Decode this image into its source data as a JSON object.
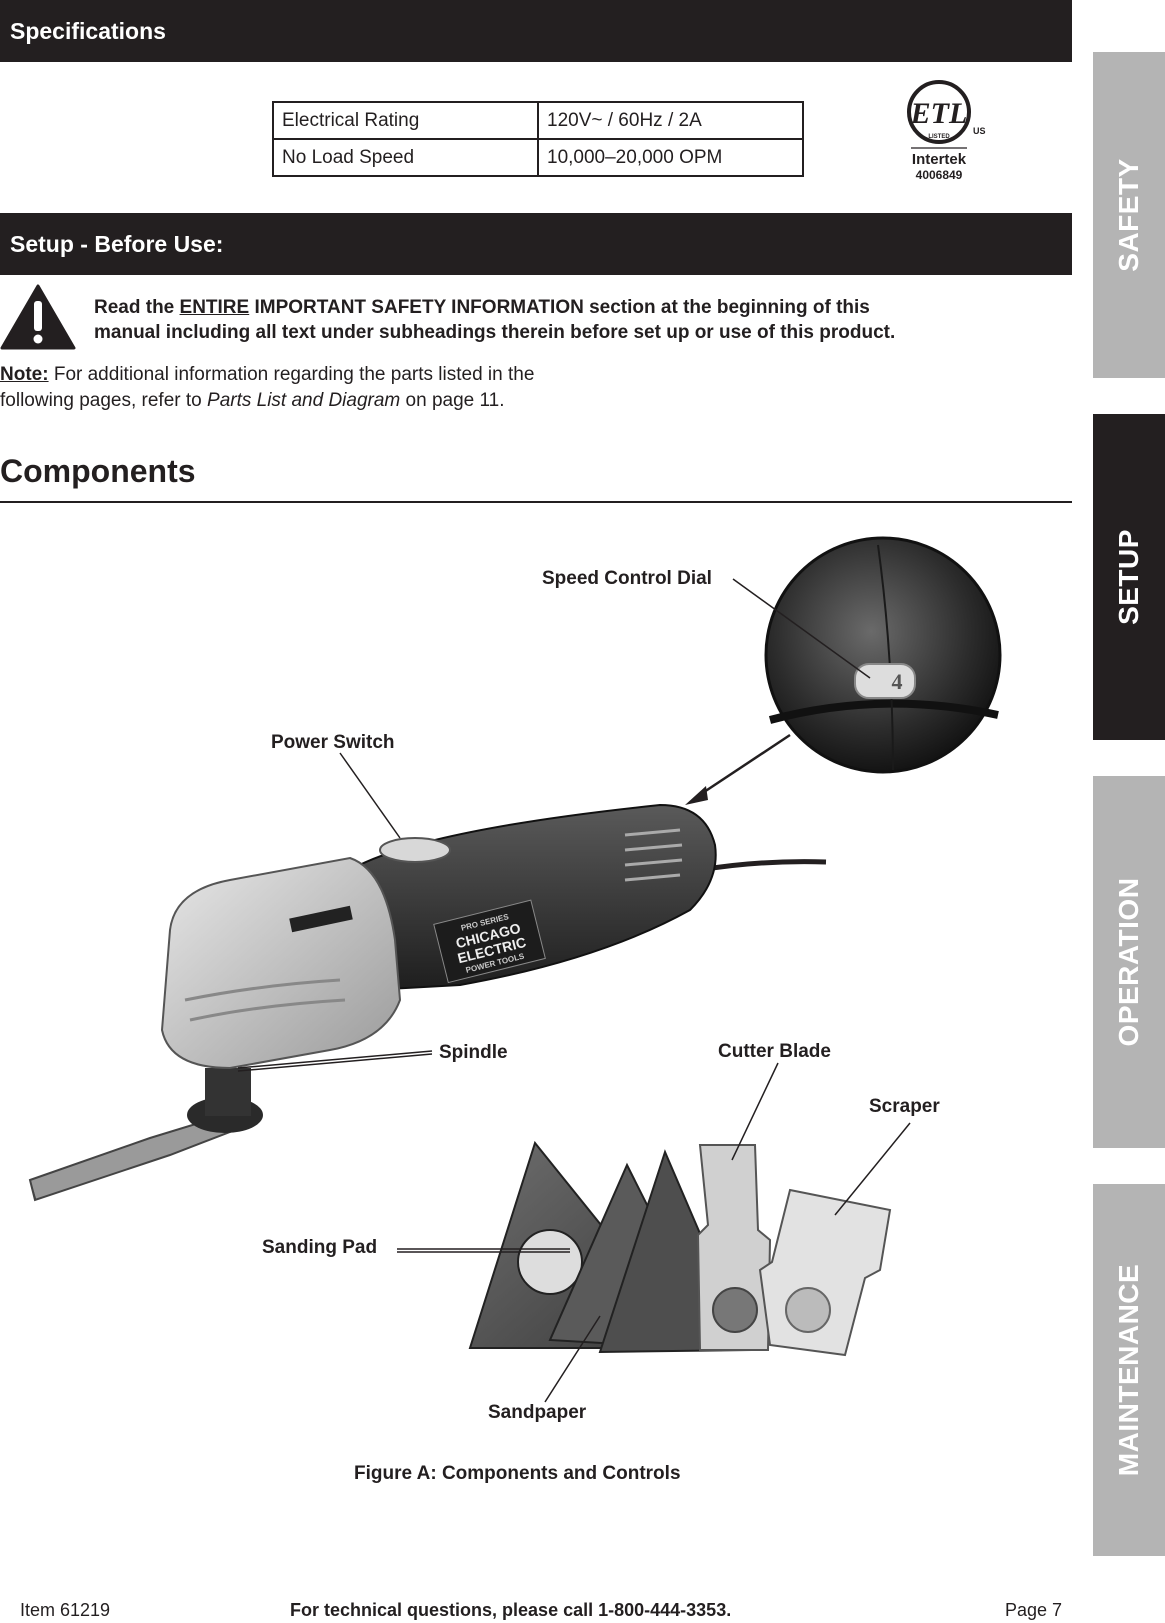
{
  "headers": {
    "specifications": "Specifications",
    "setup": "Setup - Before Use:"
  },
  "specs": {
    "rows": [
      {
        "label": "Electrical Rating",
        "value": "120V~ / 60Hz / 2A"
      },
      {
        "label": "No Load Speed",
        "value": "10,000–20,000 OPM"
      }
    ]
  },
  "cert": {
    "listed": "LISTED",
    "us": "US",
    "brand": "Intertek",
    "number": "4006849"
  },
  "warning": {
    "pre": "Read the ",
    "emph": "ENTIRE",
    "post1": " IMPORTANT SAFETY INFORMATION section at the beginning of this",
    "line2": "manual including all text under subheadings therein before set up or use of this product."
  },
  "note": {
    "label": "Note:",
    "text1": " For additional information regarding the parts listed in the",
    "text2a": "following pages, refer to ",
    "text2b": "Parts List and Diagram",
    "text2c": " on page 11."
  },
  "components": {
    "title": "Components",
    "labels": {
      "speed_dial": "Speed Control Dial",
      "power_switch": "Power Switch",
      "spindle": "Spindle",
      "cutter_blade": "Cutter Blade",
      "scraper": "Scraper",
      "sanding_pad": "Sanding Pad",
      "sandpaper": "Sandpaper"
    },
    "brand_text": [
      "PRO SERIES",
      "CHICAGO",
      "ELECTRIC",
      "POWER TOOLS"
    ],
    "dial_number": "4",
    "caption": "Figure A:  Components and Controls"
  },
  "tabs": [
    {
      "label": "SAFETY",
      "active": false
    },
    {
      "label": "SETUP",
      "active": true
    },
    {
      "label": "OPERATION",
      "active": false
    },
    {
      "label": "MAINTENANCE",
      "active": false
    }
  ],
  "footer": {
    "item": "Item 61219",
    "center": "For technical questions, please call 1-800-444-3353.",
    "page": "Page 7"
  },
  "colors": {
    "dark": "#231f20",
    "tab_inactive": "#b4b4b4"
  }
}
